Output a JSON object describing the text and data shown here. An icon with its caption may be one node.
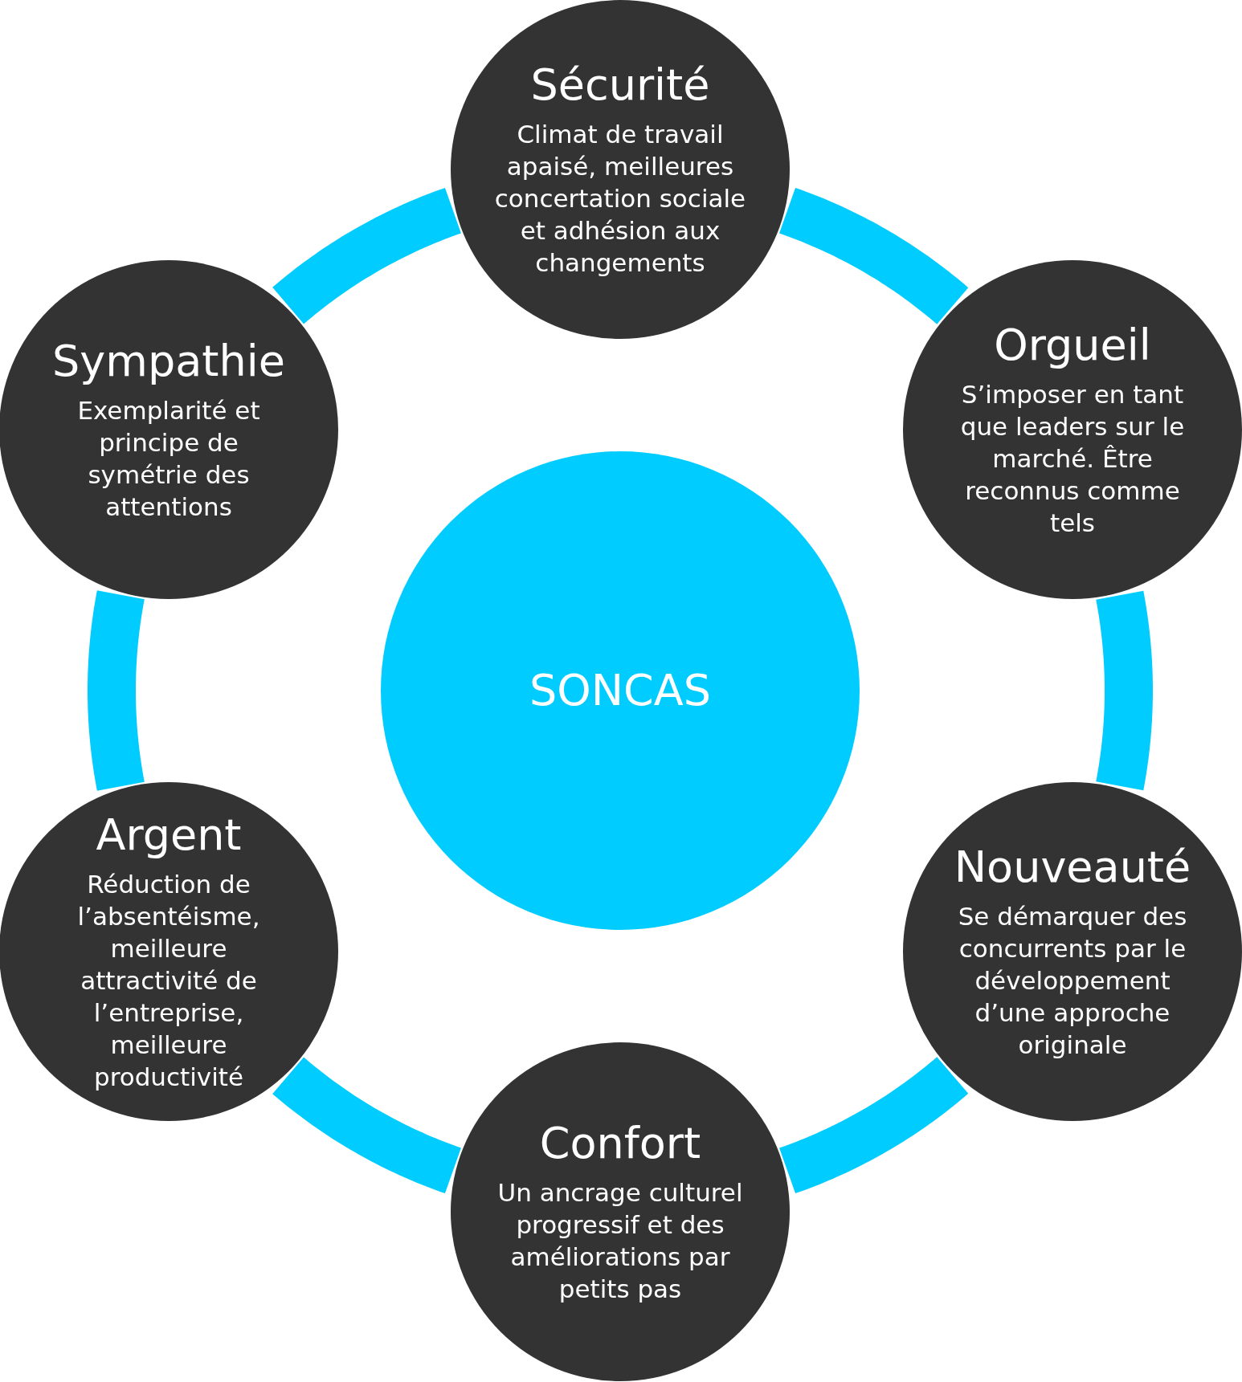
{
  "diagram": {
    "nodes": [
      {
        "text": [
          "Sécurité",
          "Climat de travail apaisé, meilleures concertation sociale et adhésion aux changements"
        ]
      },
      {
        "text": [
          "Sympathie",
          "Exemplarité et principe de symétrie des attentions"
        ]
      },
      {
        "text": [
          "Orgueil",
          "S’imposer en tant que leaders sur le marché. Être reconnus comme tels"
        ]
      },
      {
        "text": [
          "SONCAS"
        ]
      },
      {
        "text": [
          "Argent",
          "Réduction de l’absentéisme, meilleure attractivité de l’entreprise, meilleure productivité"
        ]
      },
      {
        "text": [
          "Nouveauté",
          "Se démarquer des concurrents par le développement d’une approche originale"
        ]
      },
      {
        "text": [
          "Confort",
          "Un ancrage culturel progressif et des améliorations par petits pas"
        ]
      }
    ],
    "edges": [
      {
        "from": 0,
        "to": 2,
        "arrow": "none"
      },
      {
        "from": 2,
        "to": 5,
        "arrow": "none"
      },
      {
        "from": 5,
        "to": 6,
        "arrow": "none"
      },
      {
        "from": 6,
        "to": 4,
        "arrow": "none"
      },
      {
        "from": 4,
        "to": 1,
        "arrow": "none"
      },
      {
        "from": 1,
        "to": 0,
        "arrow": "none"
      }
    ]
  }
}
